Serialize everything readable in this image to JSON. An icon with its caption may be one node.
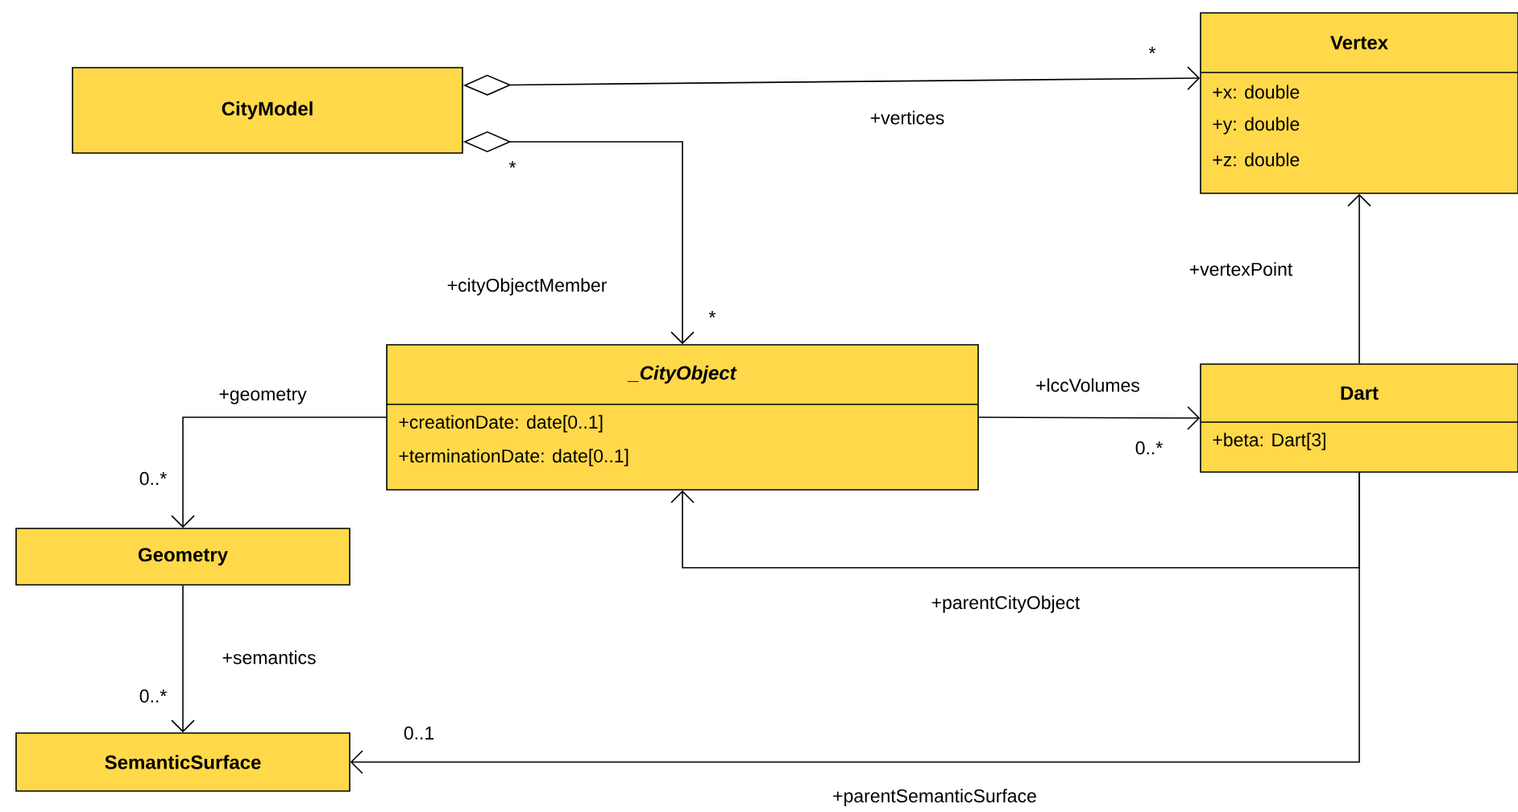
{
  "diagram": {
    "nodes": [
      {
        "text": [
          "CityModel"
        ]
      },
      {
        "text": [
          "Vertex",
          "+x: double",
          "+y: double",
          "+z: double"
        ]
      },
      {
        "text": [
          "_CityObject",
          "+creationDate: date[0..1]",
          "+terminationDate: date[0..1]"
        ]
      },
      {
        "text": [
          "Dart",
          "+beta: Dart[3]"
        ]
      },
      {
        "text": [
          "Geometry"
        ]
      },
      {
        "text": [
          "SemanticSurface"
        ]
      }
    ],
    "edges": [
      {
        "from": 0,
        "to": 1,
        "arrow": "to",
        "label": "+vertices"
      },
      {
        "from": 0,
        "to": 2,
        "arrow": "to",
        "label": "+cityObjectMember"
      },
      {
        "from": 2,
        "to": 4,
        "arrow": "to",
        "label": "+geometry"
      },
      {
        "from": 2,
        "to": 3,
        "arrow": "to",
        "label": "+lccVolumes"
      },
      {
        "from": 3,
        "to": 1,
        "arrow": "to",
        "label": "+vertexPoint"
      },
      {
        "from": 3,
        "to": 2,
        "arrow": "to",
        "label": "+parentCityObject"
      },
      {
        "from": 4,
        "to": 5,
        "arrow": "to",
        "label": "+semantics"
      },
      {
        "from": 3,
        "to": 5,
        "arrow": "to",
        "label": "+parentSemanticSurface"
      }
    ],
    "labels": [
      "*",
      "*",
      "*",
      "0..*",
      "0..*",
      "0..*",
      "0..1"
    ]
  }
}
